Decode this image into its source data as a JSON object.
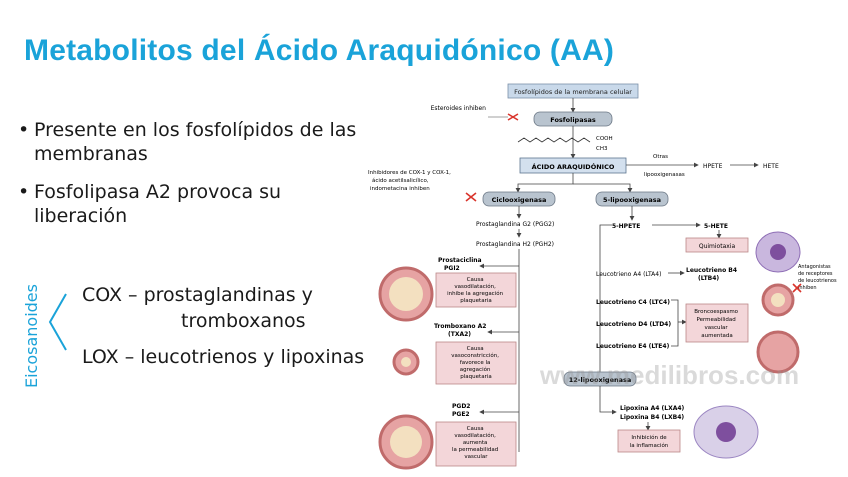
{
  "slide": {
    "title": "Metabolitos del Ácido Araquidónico (AA)",
    "bullets": [
      {
        "lines": [
          "Presente en los fosfolípidos de las",
          "membranas"
        ]
      },
      {
        "lines": [
          "Fosfolipasa A2 provoca su",
          "liberación"
        ]
      }
    ],
    "eicosanoides_label": "Eicosanoides",
    "cox_line1": "COX – prostaglandinas y",
    "cox_line2": "tromboxanos",
    "lox_line": "LOX – leucotrienos y lipoxinas",
    "accent_color": "#1aa3d9"
  },
  "diagram": {
    "membrane": "Fosfolípidos de la membrana celular",
    "esteroides": "Esteroides inhiben",
    "fosfolipasas": "Fosfolipasas",
    "cooh": "COOH",
    "ch3": "CH3",
    "acido": "ÁCIDO ARAQUIDÓNICO",
    "otras_1": "Otras",
    "otras_2": "lipooxigenasas",
    "hpete": "HPETE",
    "hete": "HETE",
    "inhib_1": "Inhibidores de COX-1 y COX-1,",
    "inhib_2": "ácido acetilsalicílico,",
    "inhib_3": "indometacina inhiben",
    "ciclo": "Ciclooxigenasa",
    "lipo5": "5-lipooxigenasa",
    "pgg": "Prostaglandina G2 (PGG2)",
    "pgh": "Prostaglandina H2 (PGH2)",
    "hpete5": "5-HPETE",
    "hete5": "5-HETE",
    "quimio": "Quimiotaxia",
    "antag_1": "Antagonistas",
    "antag_2": "de receptores",
    "antag_3": "de leucotrienos",
    "antag_4": "inhiben",
    "prostaciclina_1": "Prostaciclina",
    "prostaciclina_2": "PGI2",
    "pgi_box": [
      "Causa",
      "vasodilatación,",
      "inhibe la agregación",
      "plaquetaria"
    ],
    "lta": "Leucotrieno A4 (LTA4)",
    "ltb_1": "Leucotrieno B4",
    "ltb_2": "(LTB4)",
    "ltc": "Leucotrieno C4 (LTC4)",
    "ltd": "Leucotrieno D4 (LTD4)",
    "lte": "Leucotrieno E4 (LTE4)",
    "bronco_box": [
      "Broncoespasmo",
      "Permeabilidad",
      "vascular",
      "aumentada"
    ],
    "txa_1": "Tromboxano A2",
    "txa_2": "(TXA2)",
    "txa_box": [
      "Causa",
      "vasoconstricción,",
      "favorece la",
      "agregación",
      "plaquetaria"
    ],
    "lipo12": "12-lipooxigenasa",
    "pgd": "PGD2",
    "pge": "PGE2",
    "pgd_box": [
      "Causa",
      "vasodilatación,",
      "aumenta",
      "la permeabilidad",
      "vascular"
    ],
    "lxa": "Lipoxina A4 (LXA4)",
    "lxb": "Lipoxina B4 (LXB4)",
    "inhib_inflam_1": "Inhibición de",
    "inhib_inflam_2": "la inflamación",
    "watermark": "www.medilibros.com"
  }
}
